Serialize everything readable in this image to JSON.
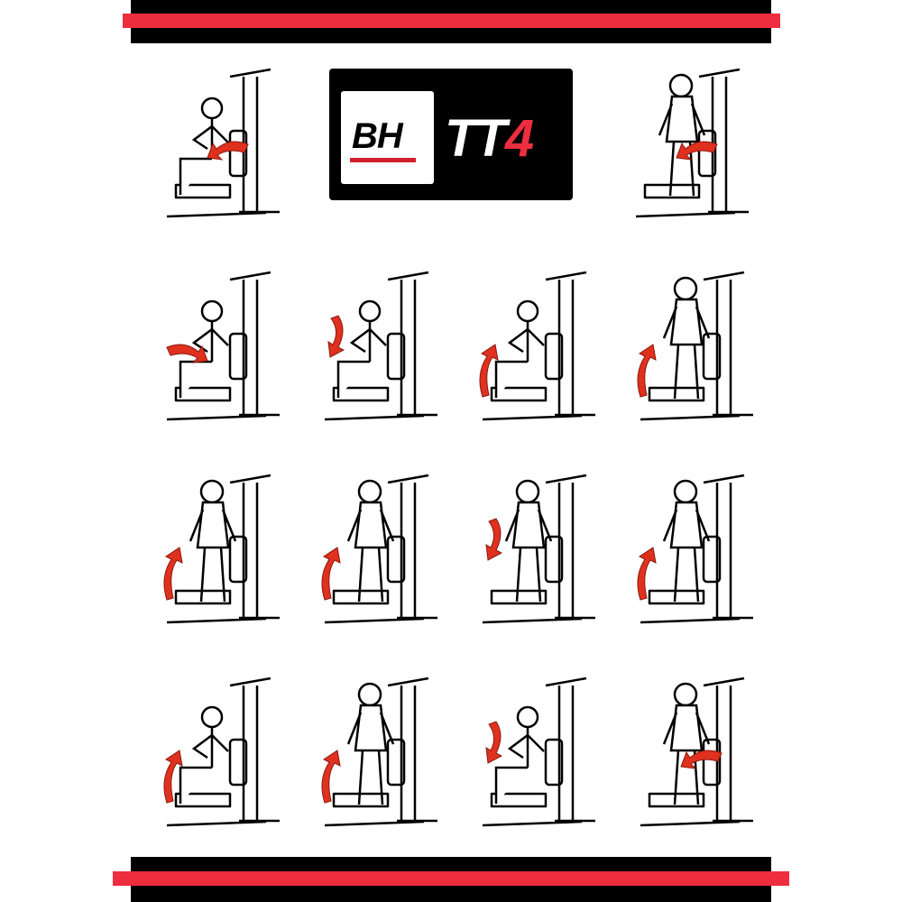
{
  "logo": {
    "brand": "BH",
    "model_prefix": "TT",
    "model_number": "4"
  },
  "colors": {
    "accent": "#ee2d3f",
    "band": "#000000",
    "arrow": "#e0301e"
  },
  "exercises": [
    {
      "pose": "seated",
      "arrow": "left"
    },
    {
      "pose": "standing",
      "arrow": "left"
    },
    {
      "pose": "seated",
      "arrow": "right"
    },
    {
      "pose": "seated",
      "arrow": "down"
    },
    {
      "pose": "seated",
      "arrow": "up"
    },
    {
      "pose": "standing",
      "arrow": "up"
    },
    {
      "pose": "standing",
      "arrow": "up"
    },
    {
      "pose": "standing",
      "arrow": "up"
    },
    {
      "pose": "standing",
      "arrow": "down"
    },
    {
      "pose": "standing",
      "arrow": "up"
    },
    {
      "pose": "seated",
      "arrow": "up"
    },
    {
      "pose": "standing",
      "arrow": "up"
    },
    {
      "pose": "seated",
      "arrow": "down"
    },
    {
      "pose": "standing",
      "arrow": "left"
    }
  ]
}
